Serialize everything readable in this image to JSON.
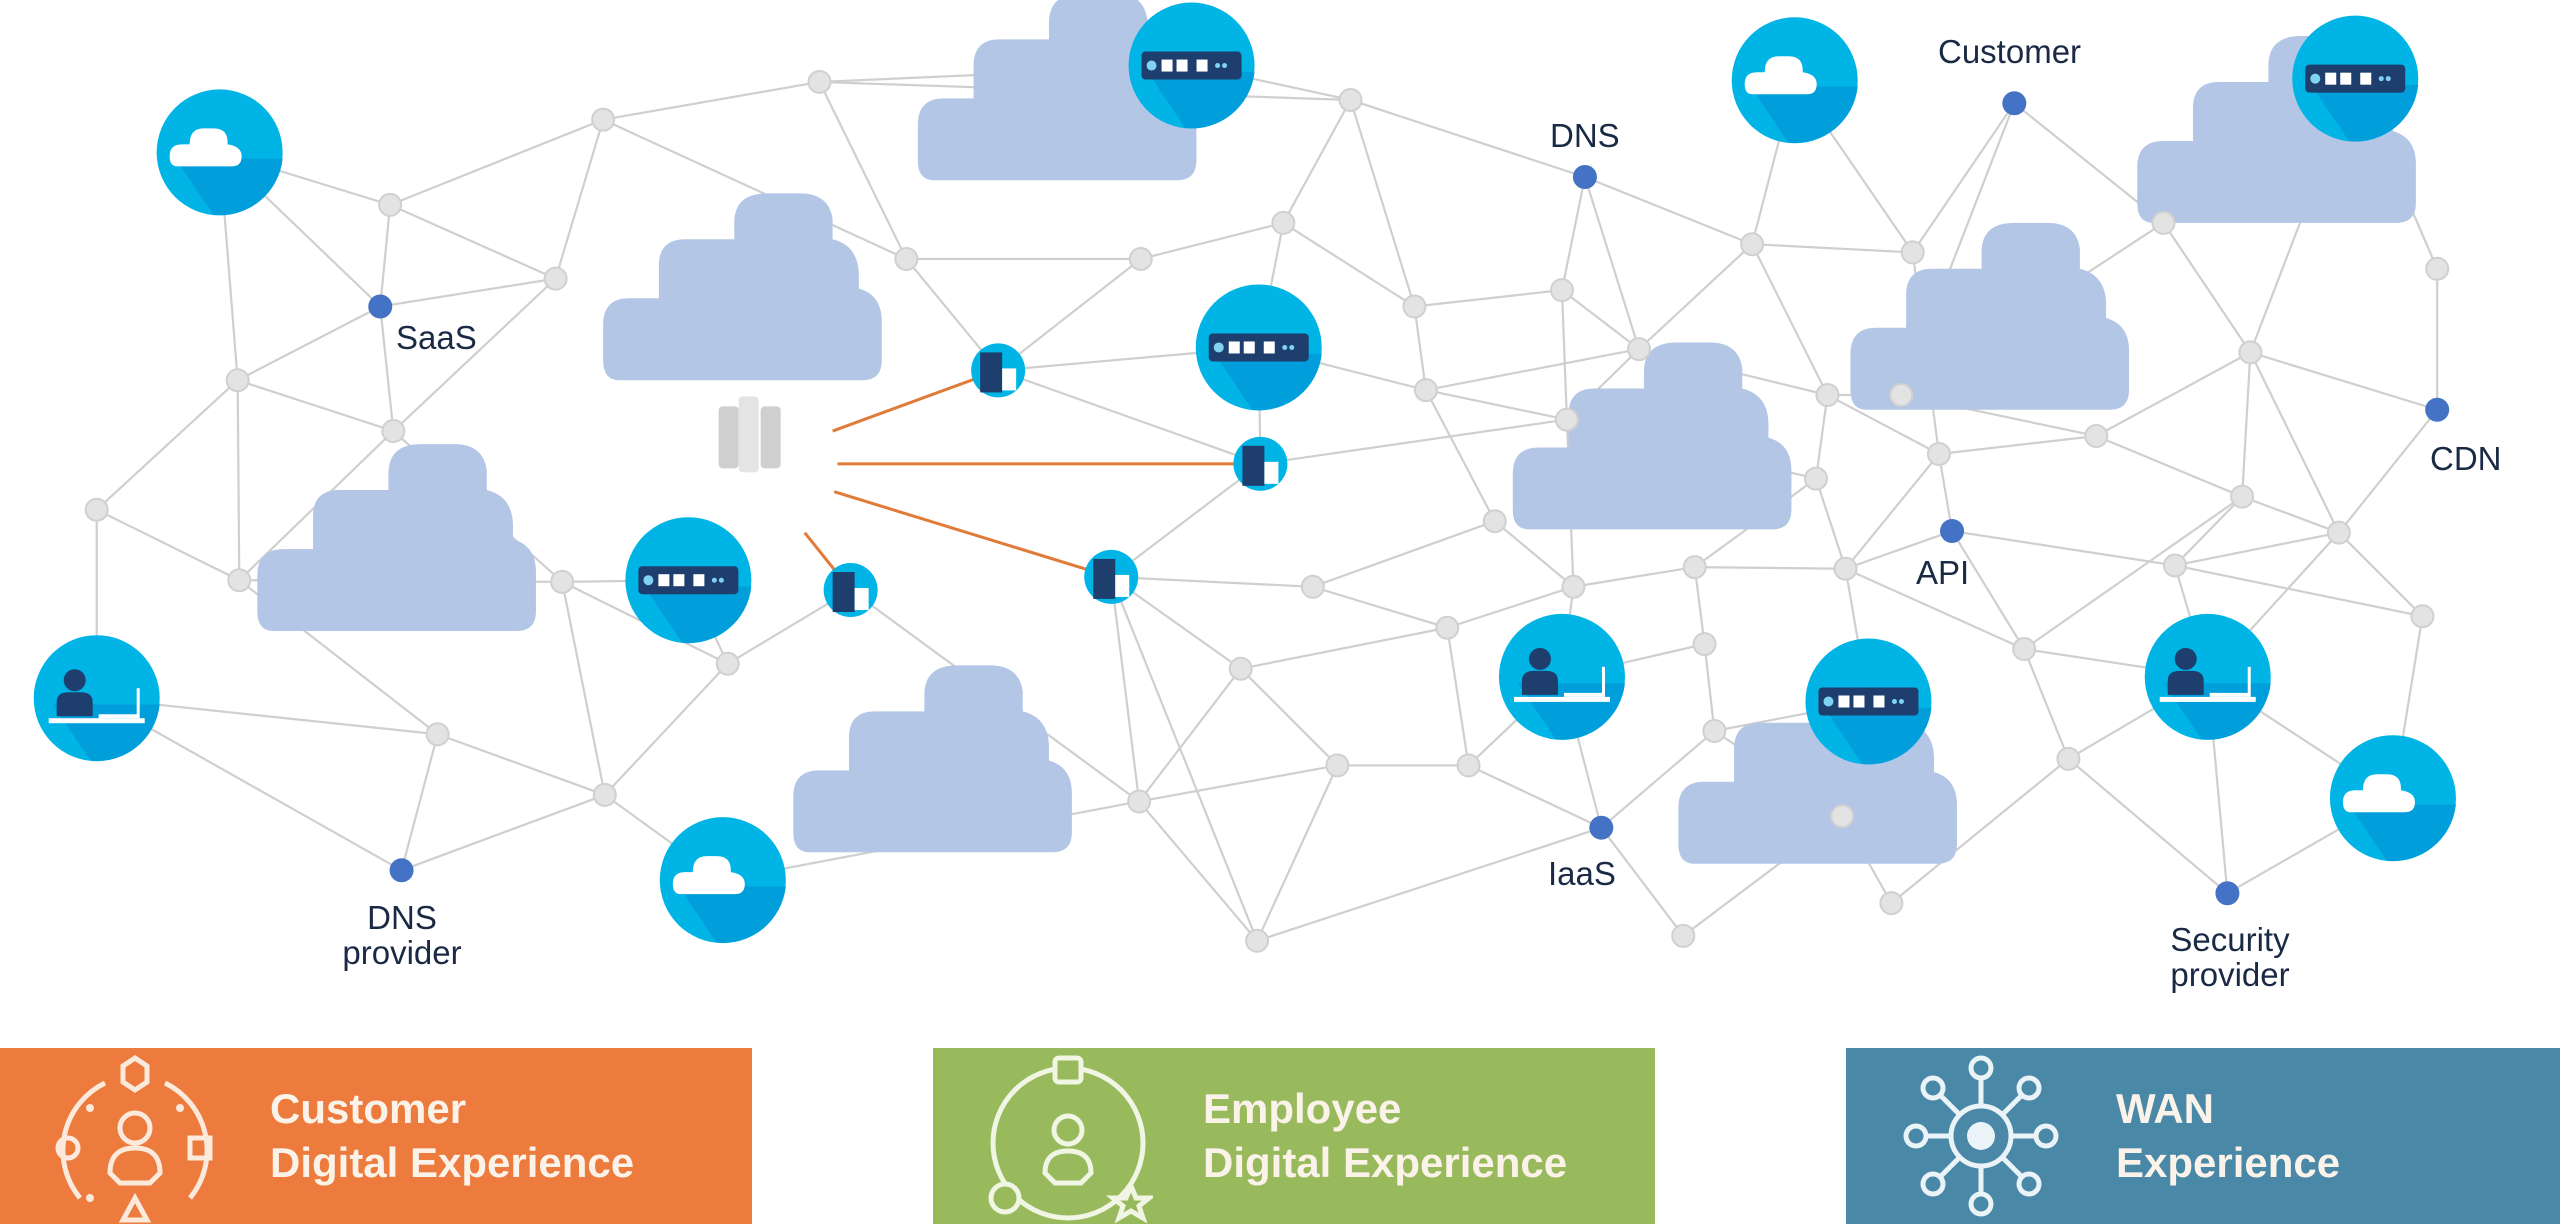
{
  "diagram": {
    "title": "Network of customer, employee and WAN experience nodes",
    "colors": {
      "edge": "#cfcfcf",
      "node": "#e3e3e3",
      "labeled_node": "#4472c4",
      "cloud": "#b4c6e6",
      "icon_circle": "#00b4e6",
      "icon_shade": "#009fdc",
      "icon_dark": "#1e3f6e",
      "highlight_link": "#e07b39",
      "label_text": "#1b2a44"
    },
    "labels": [
      {
        "id": "saas",
        "text": "SaaS"
      },
      {
        "id": "dns",
        "text": "DNS"
      },
      {
        "id": "customer",
        "text": "Customer"
      },
      {
        "id": "cdn",
        "text": "CDN"
      },
      {
        "id": "api",
        "text": "API"
      },
      {
        "id": "iaas",
        "text": "IaaS"
      },
      {
        "id": "dns-provider",
        "line1": "DNS",
        "line2": "provider"
      },
      {
        "id": "security-provider",
        "line1": "Security",
        "line2": "provider"
      }
    ],
    "icon_types": {
      "cloud-service": "cloud-icon",
      "router": "router-icon",
      "user": "user-laptop-icon",
      "branch": "building-icon",
      "datacenter": "server-rack-icon"
    }
  },
  "banners": [
    {
      "name": "customer-digital-experience",
      "line1": "Customer",
      "line2": "Digital Experience",
      "color": "#ec7b3d",
      "icon": "customer-journey-icon"
    },
    {
      "name": "employee-digital-experience",
      "line1": "Employee",
      "line2": "Digital Experience",
      "color": "#98b95c",
      "icon": "employee-journey-icon"
    },
    {
      "name": "wan-experience",
      "line1": "WAN",
      "line2": "Experience",
      "color": "#4988a6",
      "icon": "network-hub-icon"
    }
  ]
}
